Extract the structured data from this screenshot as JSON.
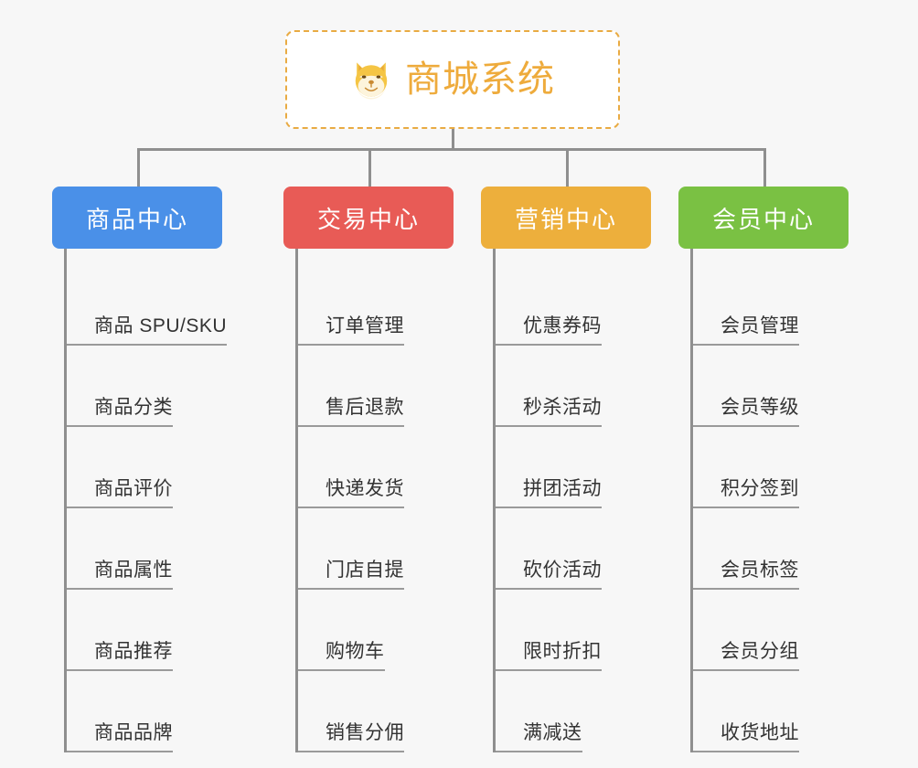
{
  "page": {
    "background_color": "#f7f7f7",
    "line_color": "#8f8f8f"
  },
  "root": {
    "title": "商城系统",
    "icon": "shiba-dog-face-emoji",
    "text_color": "#eeab3c",
    "border_color": "#e9ab43",
    "background_color": "#ffffff"
  },
  "columns": [
    {
      "header": "商品中心",
      "color": "#4a90e8",
      "items": [
        "商品 SPU/SKU",
        "商品分类",
        "商品评价",
        "商品属性",
        "商品推荐",
        "商品品牌"
      ]
    },
    {
      "header": "交易中心",
      "color": "#e85b56",
      "items": [
        "订单管理",
        "售后退款",
        "快递发货",
        "门店自提",
        "购物车",
        "销售分佣"
      ]
    },
    {
      "header": "营销中心",
      "color": "#edaf3c",
      "items": [
        "优惠券码",
        "秒杀活动",
        "拼团活动",
        "砍价活动",
        "限时折扣",
        "满减送"
      ]
    },
    {
      "header": "会员中心",
      "color": "#7ac143",
      "items": [
        "会员管理",
        "会员等级",
        "积分签到",
        "会员标签",
        "会员分组",
        "收货地址"
      ]
    }
  ]
}
